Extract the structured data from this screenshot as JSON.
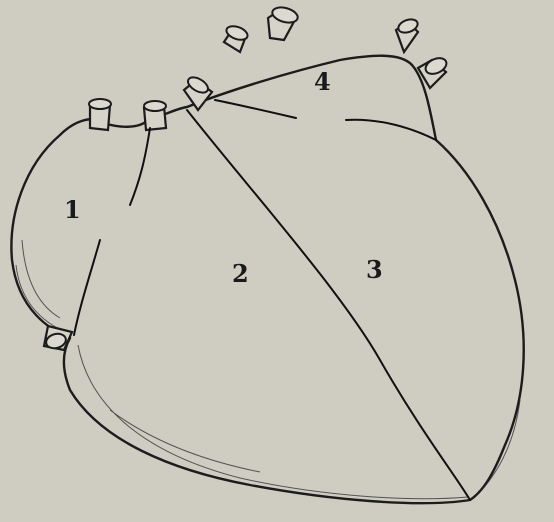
{
  "figure": {
    "labels": [
      "1",
      "2",
      "3",
      "4"
    ]
  },
  "colors": {
    "background": "#cfccc2",
    "ink": "#1c1c1c"
  }
}
